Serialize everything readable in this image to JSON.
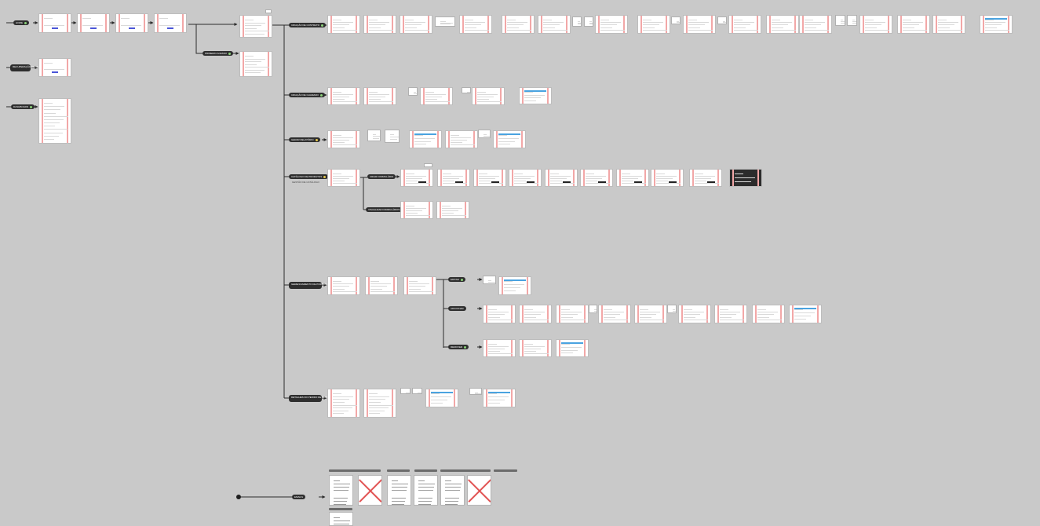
{
  "flow": {
    "start_labels": {
      "home": "HOME",
      "recover": "RECUPERAÇÃO DE SENHA",
      "dashboard": "DASHBOARD"
    },
    "branches": {
      "first_access": "PRIMEIRO ACESSO",
      "new_contract": "CRIAÇÃO DE CONTRATO",
      "new_ticket": "CRIAÇÃO DE CHAMADO",
      "new_report": "GERAR RELATÓRIO",
      "catalog": "CATÁLOGO DE PRODUTOS",
      "catalog_sub": "GESTÃO DE CATÁLOGO",
      "create_form": "CRIAR FORMULÁRIO",
      "view_forms": "VISUALIZAR FORMULÁRIOS",
      "management": "GERENCIAMENTO DE PORTFÓLIO",
      "edit": "EDITAR",
      "add": "ADICIONAR",
      "remove": "REMOVER",
      "details": "DETALHES DO PEDIDO DE COMPRA",
      "emails": "EMAILS"
    }
  },
  "colors": {
    "background": "#c9c9c9",
    "connector": "#2b2b2b",
    "pill": "#2e2e2e",
    "pill_text": "#ffffff",
    "safe_margin": "#f2a7a7",
    "primary_button": "#4a55d8",
    "table_header": "#4aa3e0",
    "status_green": "#8bd27a",
    "status_yellow": "#e6c94d",
    "reject_mark": "#e15252"
  },
  "icons": {
    "start_node": "filled-circle-icon",
    "arrow": "arrow-right-icon",
    "reject": "x-mark-icon"
  }
}
